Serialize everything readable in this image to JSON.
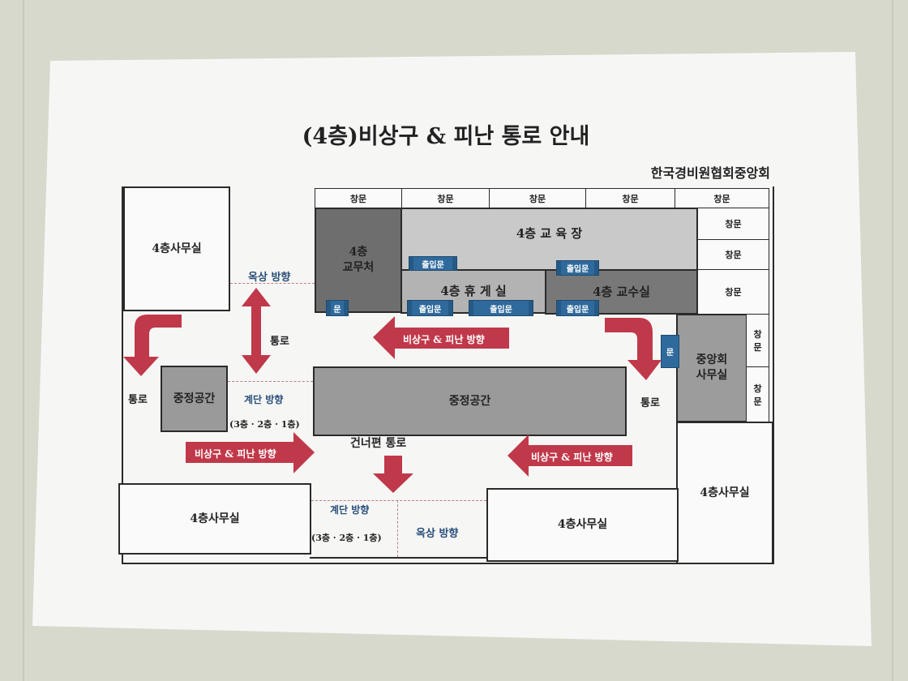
{
  "title": "(4층)비상구 & 피난 통로 안내",
  "organization": "한국경비원협회중앙회",
  "rooms": {
    "office_top_left": "4층사무실",
    "academic_affairs": "4층\n교무처",
    "training_hall": "4층 교 육 장",
    "lounge": "4층 휴 게 실",
    "faculty_room": "4층 교수실",
    "central_office": "중앙회\n사무실",
    "office_right": "4층사무실",
    "courtyard_main": "중정공간",
    "courtyard_small": "중정공간",
    "office_bottom_left": "4층사무실",
    "office_bottom_right": "4층사무실"
  },
  "window_label": "창문",
  "window_vertical_label": "창\n문",
  "door_labels": {
    "door": "문",
    "entrance": "출입문"
  },
  "labels": {
    "rooftop_direction": "옥상 방향",
    "passage": "통로",
    "stairs_direction": "계단 방향",
    "floors": "(3층 · 2층 · 1층)",
    "opposite_passage": "건너편 통로"
  },
  "arrow_label": "비상구 & 피난 방향",
  "colors": {
    "arrow": "#c0394a",
    "door": "#2f6a9c",
    "dark_room": "#6e6e6e",
    "light_room": "#c9c9c9"
  }
}
